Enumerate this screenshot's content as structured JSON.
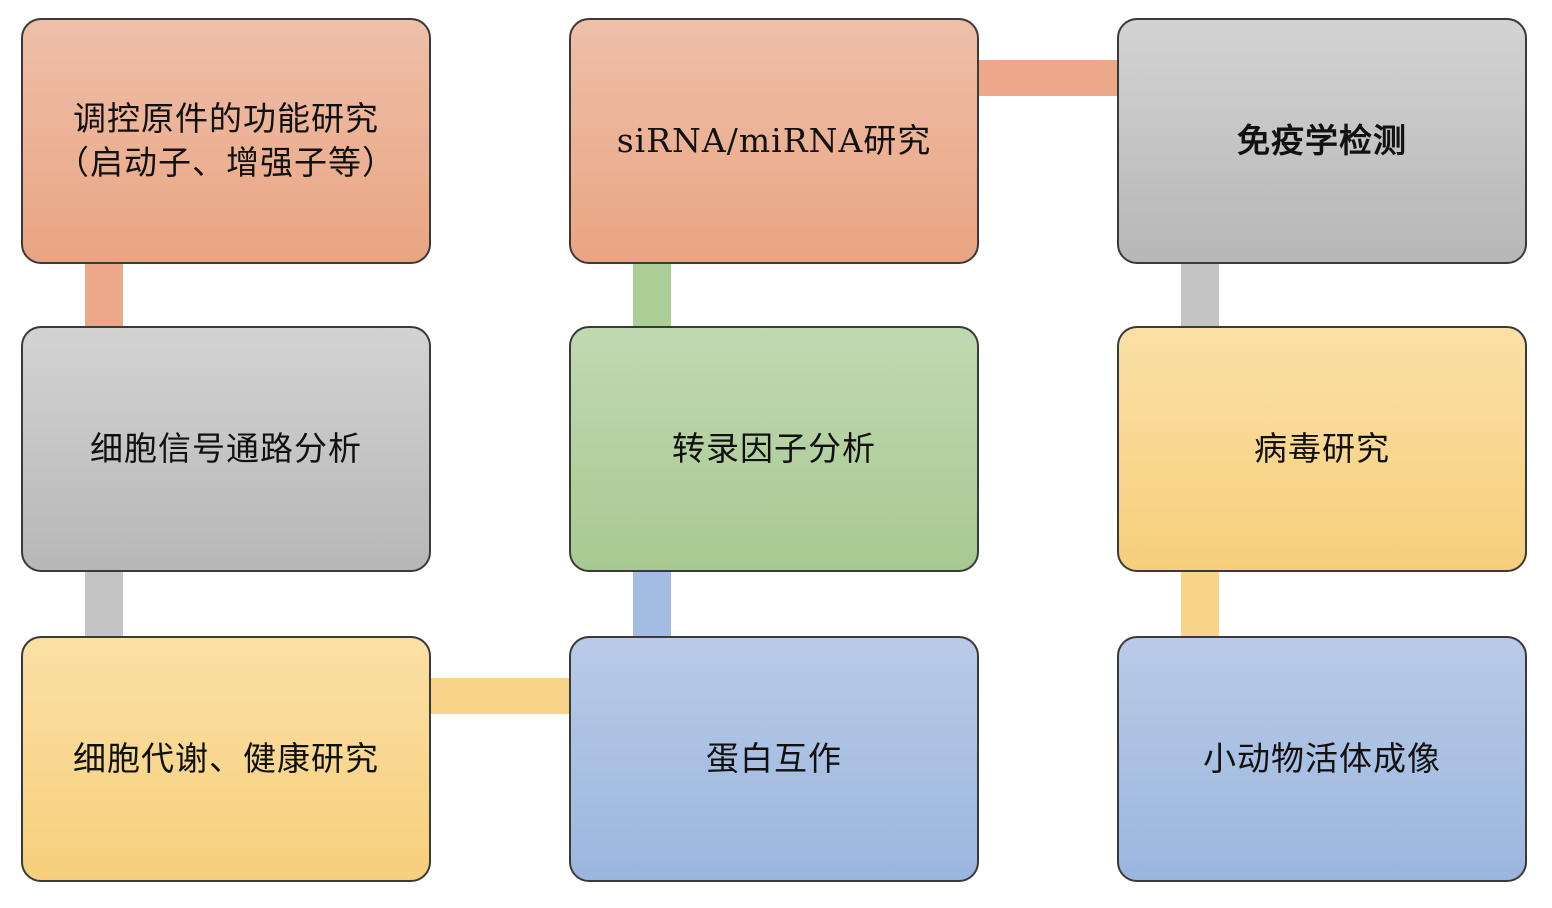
{
  "diagram": {
    "nodes": {
      "regulatory_elements": "调控原件的功能研究\n（启动子、增强子等）",
      "sirna_mirna": "siRNA/miRNA研究",
      "immunology": "免疫学检测",
      "signaling_pathway": "细胞信号通路分析",
      "transcription_factor": "转录因子分析",
      "virus_research": "病毒研究",
      "cell_metabolism": "细胞代谢、健康研究",
      "protein_interaction": "蛋白互作",
      "small_animal_imaging": "小动物活体成像"
    },
    "colors": {
      "orange": "#eaa98a",
      "gray": "#c2c2c2",
      "yellow": "#f7d27f",
      "green": "#aecd98",
      "blue": "#a1bae0"
    }
  }
}
